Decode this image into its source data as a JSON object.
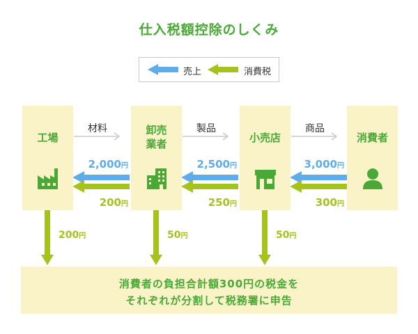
{
  "title": "仕入税額控除のしくみ",
  "legend": {
    "sales_label": "売上",
    "tax_label": "消費税",
    "colors": {
      "sales": "#5eadea",
      "tax": "#a5c21d"
    }
  },
  "entities": [
    {
      "name_lines": [
        "工場"
      ],
      "icon": "factory-icon"
    },
    {
      "name_lines": [
        "卸売",
        "業者"
      ],
      "icon": "building-icon"
    },
    {
      "name_lines": [
        "小売店"
      ],
      "icon": "store-icon"
    },
    {
      "name_lines": [
        "消費者"
      ],
      "icon": "person-icon"
    }
  ],
  "goods": [
    "材料",
    "製品",
    "商品"
  ],
  "sales_amounts": [
    {
      "value": "2,000",
      "unit": "円"
    },
    {
      "value": "2,500",
      "unit": "円"
    },
    {
      "value": "3,000",
      "unit": "円"
    }
  ],
  "tax_amounts": [
    {
      "value": "200",
      "unit": "円"
    },
    {
      "value": "250",
      "unit": "円"
    },
    {
      "value": "300",
      "unit": "円"
    }
  ],
  "tax_payments": [
    {
      "value": "200",
      "unit": "円"
    },
    {
      "value": "50",
      "unit": "円"
    },
    {
      "value": "50",
      "unit": "円"
    }
  ],
  "summary": {
    "line1": "消費者の負担合計額300円の税金を",
    "line2": "それぞれが分割して税務署に申告"
  },
  "colors": {
    "accent_green": "#49a836",
    "box_fill": "#fbf3c8",
    "goods_arrow": "#c8c8c8"
  }
}
